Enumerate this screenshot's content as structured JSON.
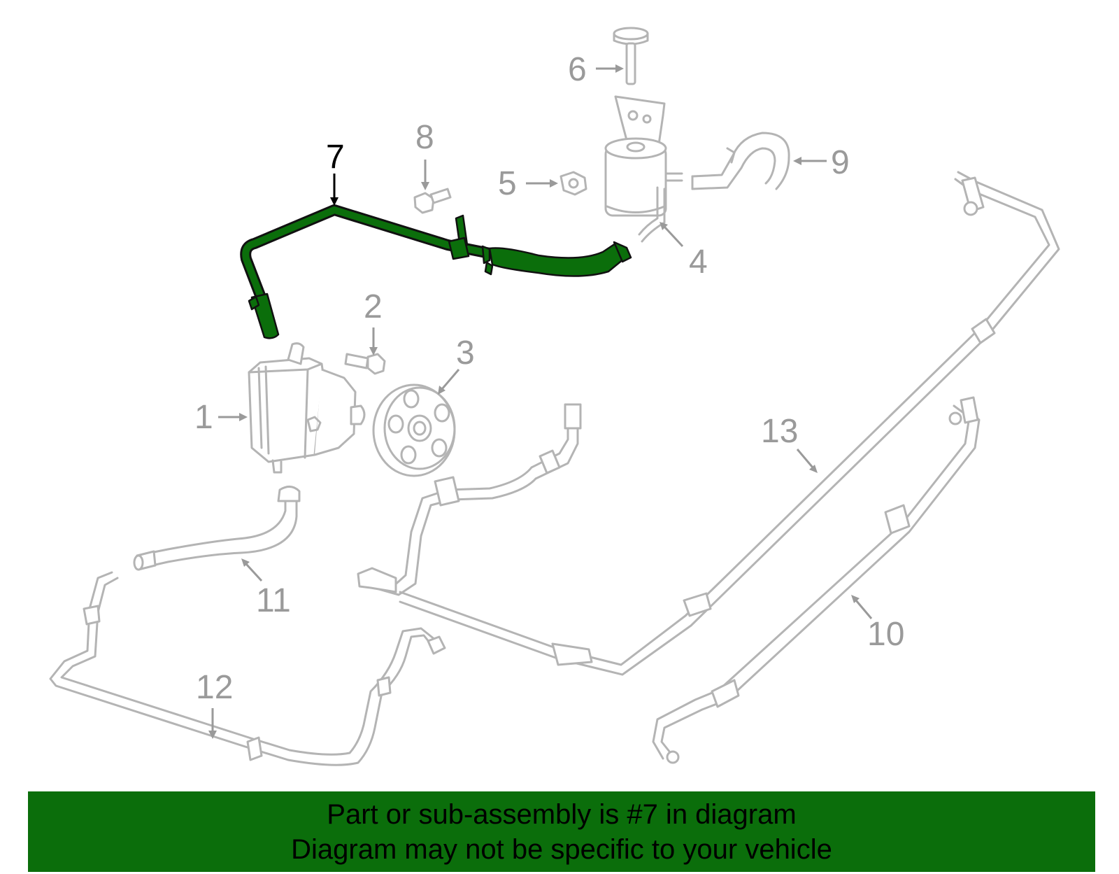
{
  "diagram": {
    "highlighted_part": "7",
    "callouts": [
      {
        "id": "1",
        "label": "1"
      },
      {
        "id": "2",
        "label": "2"
      },
      {
        "id": "3",
        "label": "3"
      },
      {
        "id": "4",
        "label": "4"
      },
      {
        "id": "5",
        "label": "5"
      },
      {
        "id": "6",
        "label": "6"
      },
      {
        "id": "7",
        "label": "7"
      },
      {
        "id": "8",
        "label": "8"
      },
      {
        "id": "9",
        "label": "9"
      },
      {
        "id": "10",
        "label": "10"
      },
      {
        "id": "11",
        "label": "11"
      },
      {
        "id": "12",
        "label": "12"
      },
      {
        "id": "13",
        "label": "13"
      }
    ],
    "colors": {
      "highlight": "#0b6e0b",
      "part_outline": "#b4b4b4",
      "callout_text": "#9a9a9a",
      "footer_background": "#0b6e0b"
    }
  },
  "footer": {
    "line1": "Part or sub-assembly is #7 in diagram",
    "line2": "Diagram may not be specific to your vehicle"
  }
}
